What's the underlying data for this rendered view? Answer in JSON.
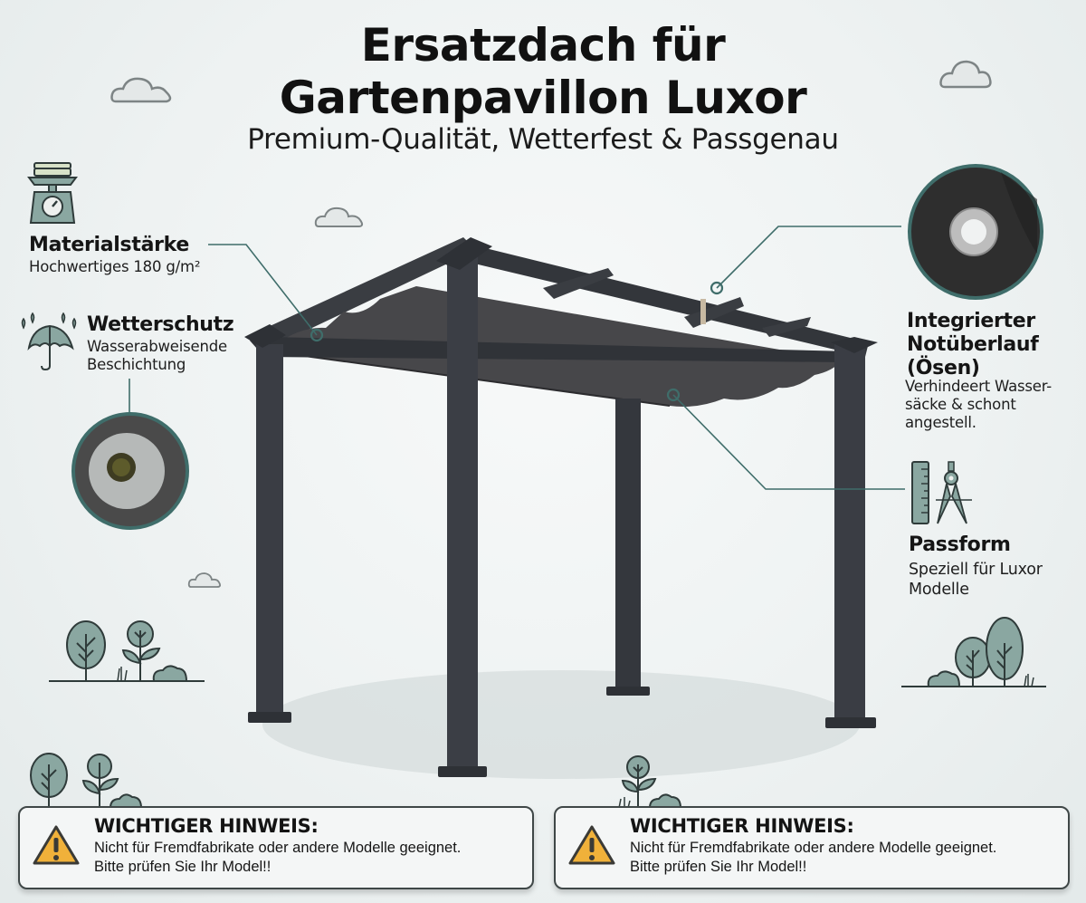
{
  "header": {
    "title_line1": "Ersatzdach für",
    "title_line2": "Gartenpavillon Luxor",
    "subtitle": "Premium-Qualität, Wetterfest & Passgenau"
  },
  "features": {
    "material": {
      "icon": "scale-icon",
      "title": "Materialstärke",
      "text": "Hochwertiges 180 g/m²"
    },
    "weather": {
      "icon": "umbrella-icon",
      "title": "Wetterschutz",
      "text_line1": "Wasserabweisende",
      "text_line2": "Beschichtung"
    },
    "overflow": {
      "title_line1": "Integrierter",
      "title_line2": "Notüberlauf",
      "title_line3": "(Ösen)",
      "text_line1": "Verhindeert Wasser-",
      "text_line2": "säcke & schont",
      "text_line3": "angestell."
    },
    "fit": {
      "icon": "ruler-compass-icon",
      "title": "Passform",
      "text_line1": "Speziell für Luxor",
      "text_line2": "Modelle"
    }
  },
  "notices": [
    {
      "title": "WICHTIGER HINWEIS:",
      "line1": "Nicht für Fremdfabrikate oder andere Modelle geeignet.",
      "line2": "Bitte prüfen Sie Ihr Model!!"
    },
    {
      "title": "WICHTIGER HINWEIS:",
      "line1": "Nicht für Fremdfabrikate oder andere Modelle geeignet.",
      "line2": "Bitte prüfen Sie Ihr Model!!"
    }
  ],
  "colors": {
    "accent_green": "#7f9e98",
    "line_teal": "#3f6d6a",
    "frame": "#3a3d42",
    "canopy": "#46464a",
    "warning": "#f0b13a"
  }
}
